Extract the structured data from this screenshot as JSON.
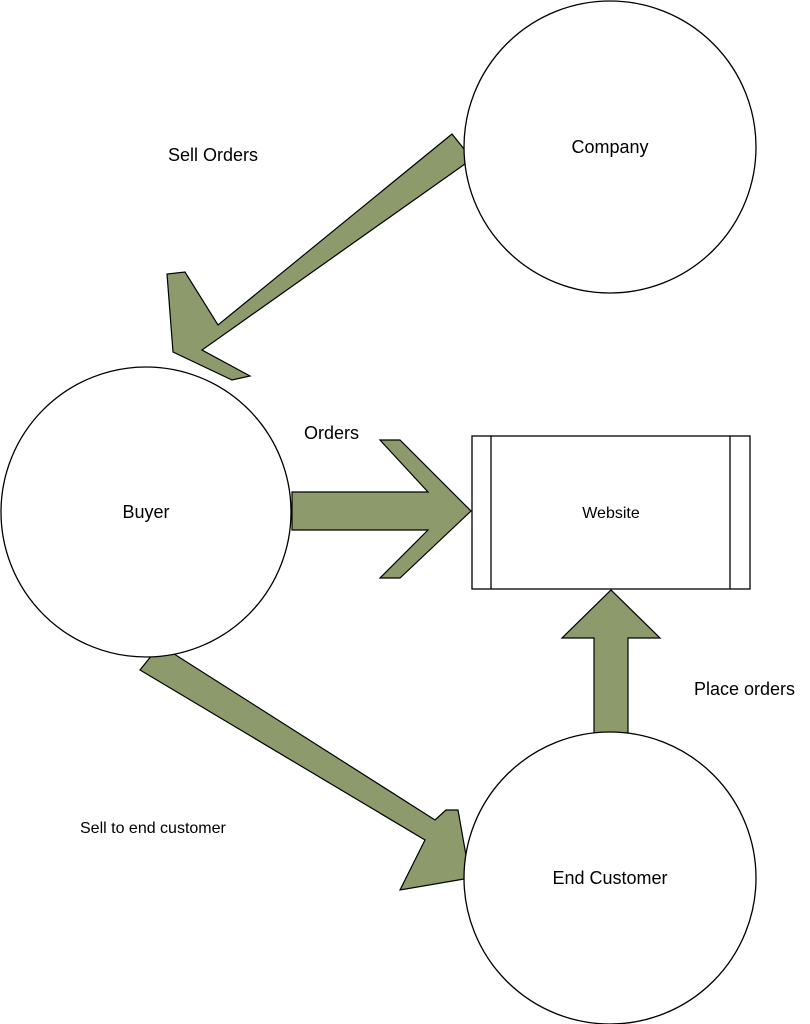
{
  "nodes": {
    "company": "Company",
    "buyer": "Buyer",
    "website": "Website",
    "end_customer": "End Customer"
  },
  "edges": {
    "sell_orders": "Sell Orders",
    "orders": "Orders",
    "sell_to_end_customer": "Sell to end customer",
    "place_orders": "Place orders"
  },
  "colors": {
    "arrow_fill": "#8c9a6c",
    "node_stroke": "#000000",
    "node_fill": "#ffffff"
  }
}
